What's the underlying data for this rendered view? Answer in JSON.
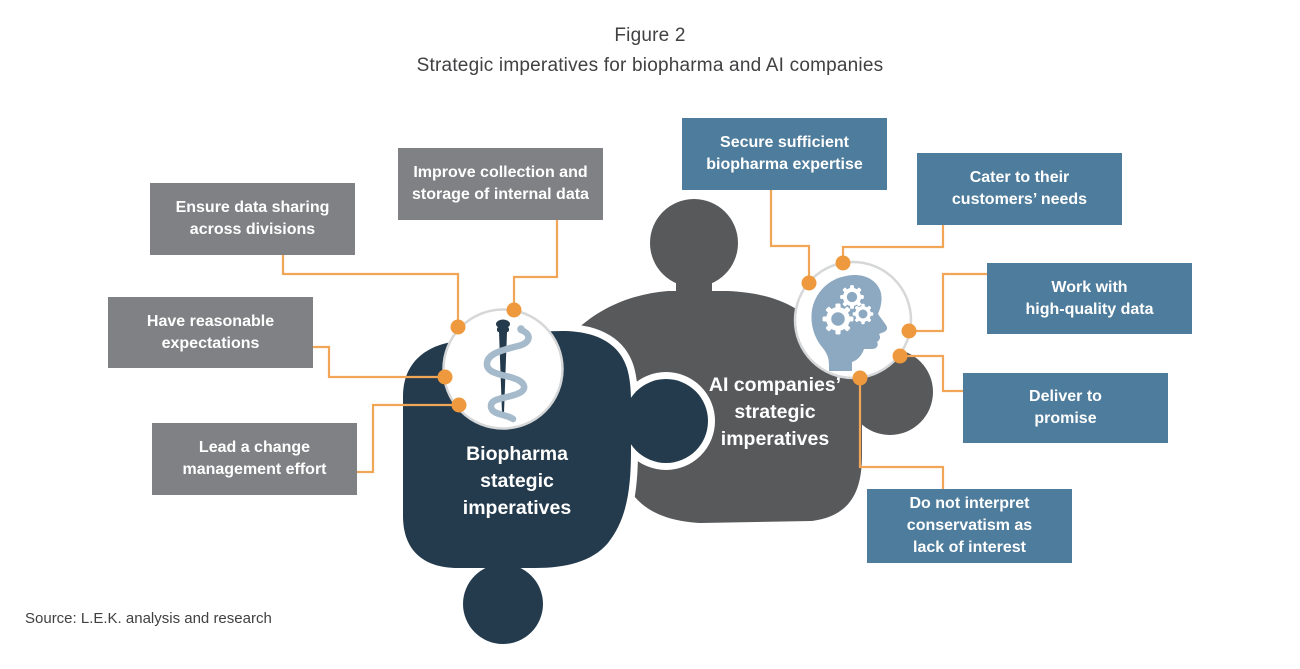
{
  "title": {
    "figure_label": "Figure 2",
    "text": "Strategic imperatives for biopharma and AI companies"
  },
  "source_note": "Source: L.E.K. analysis and research",
  "pieces": {
    "biopharma": {
      "label_lines": [
        "Biopharma",
        "stategic",
        "imperatives"
      ],
      "icon": "caduceus-icon",
      "color": "#243B4D"
    },
    "ai": {
      "label_lines": [
        "AI companies’",
        "strategic",
        "imperatives"
      ],
      "icon": "head-gears-icon",
      "color": "#58595B"
    }
  },
  "biopharma_imperatives": [
    {
      "label_lines": [
        "Ensure data sharing",
        "across divisions"
      ]
    },
    {
      "label_lines": [
        "Improve collection and",
        "storage of internal data"
      ]
    },
    {
      "label_lines": [
        "Have reasonable",
        "expectations"
      ]
    },
    {
      "label_lines": [
        "Lead a change",
        "management effort"
      ]
    }
  ],
  "ai_imperatives": [
    {
      "label_lines": [
        "Secure sufficient",
        "biopharma expertise"
      ]
    },
    {
      "label_lines": [
        "Cater to their",
        "customers’ needs"
      ]
    },
    {
      "label_lines": [
        "Work with",
        "high-quality data"
      ]
    },
    {
      "label_lines": [
        "Deliver to",
        "promise"
      ]
    },
    {
      "label_lines": [
        "Do not interpret",
        "conservatism as",
        "lack of interest"
      ]
    }
  ],
  "colors": {
    "biopharma_piece": "#243B4D",
    "ai_piece": "#58595B",
    "biopharma_box": "#808184",
    "ai_box": "#4E7C9C",
    "connector_line": "#F1A556",
    "connector_dot": "#EF993E",
    "icon_blue": "#8DA9C1",
    "circle_border": "#D6D7D8",
    "text": "#414042"
  }
}
